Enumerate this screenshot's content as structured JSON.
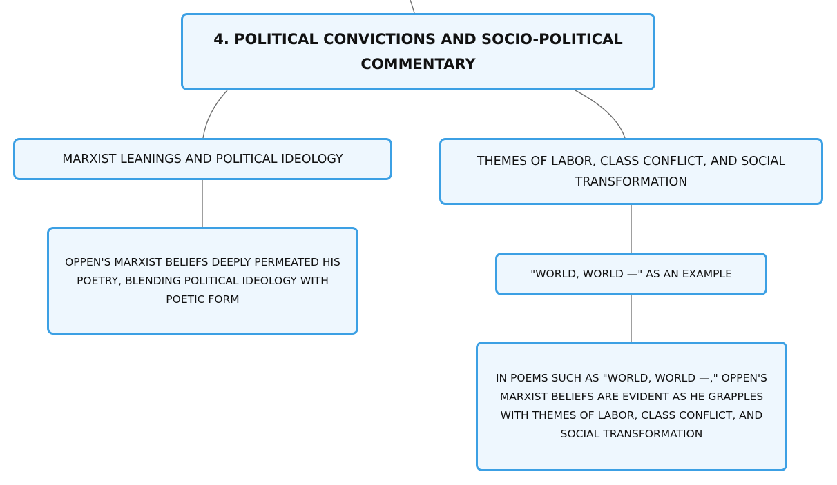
{
  "mindmap": {
    "root": {
      "label": "4. POLITICAL CONVICTIONS AND SOCIO-POLITICAL COMMENTARY"
    },
    "branches": [
      {
        "label": "MARXIST LEANINGS AND POLITICAL IDEOLOGY",
        "child": {
          "label": "OPPEN'S MARXIST BELIEFS DEEPLY PERMEATED HIS POETRY, BLENDING POLITICAL IDEOLOGY WITH POETIC FORM"
        }
      },
      {
        "label": "THEMES OF LABOR, CLASS CONFLICT, AND SOCIAL TRANSFORMATION",
        "child": {
          "label": "\"WORLD, WORLD —\" AS AN EXAMPLE",
          "child": {
            "label": "IN POEMS SUCH AS \"WORLD, WORLD —,\" OPPEN'S MARXIST BELIEFS ARE EVIDENT AS HE GRAPPLES WITH THEMES OF LABOR, CLASS CONFLICT, AND SOCIAL TRANSFORMATION"
          }
        }
      }
    ]
  },
  "colors": {
    "node_border": "#3ca0e4",
    "node_fill": "#eef7fe",
    "connector": "#6b6b6b",
    "text": "#111111"
  }
}
